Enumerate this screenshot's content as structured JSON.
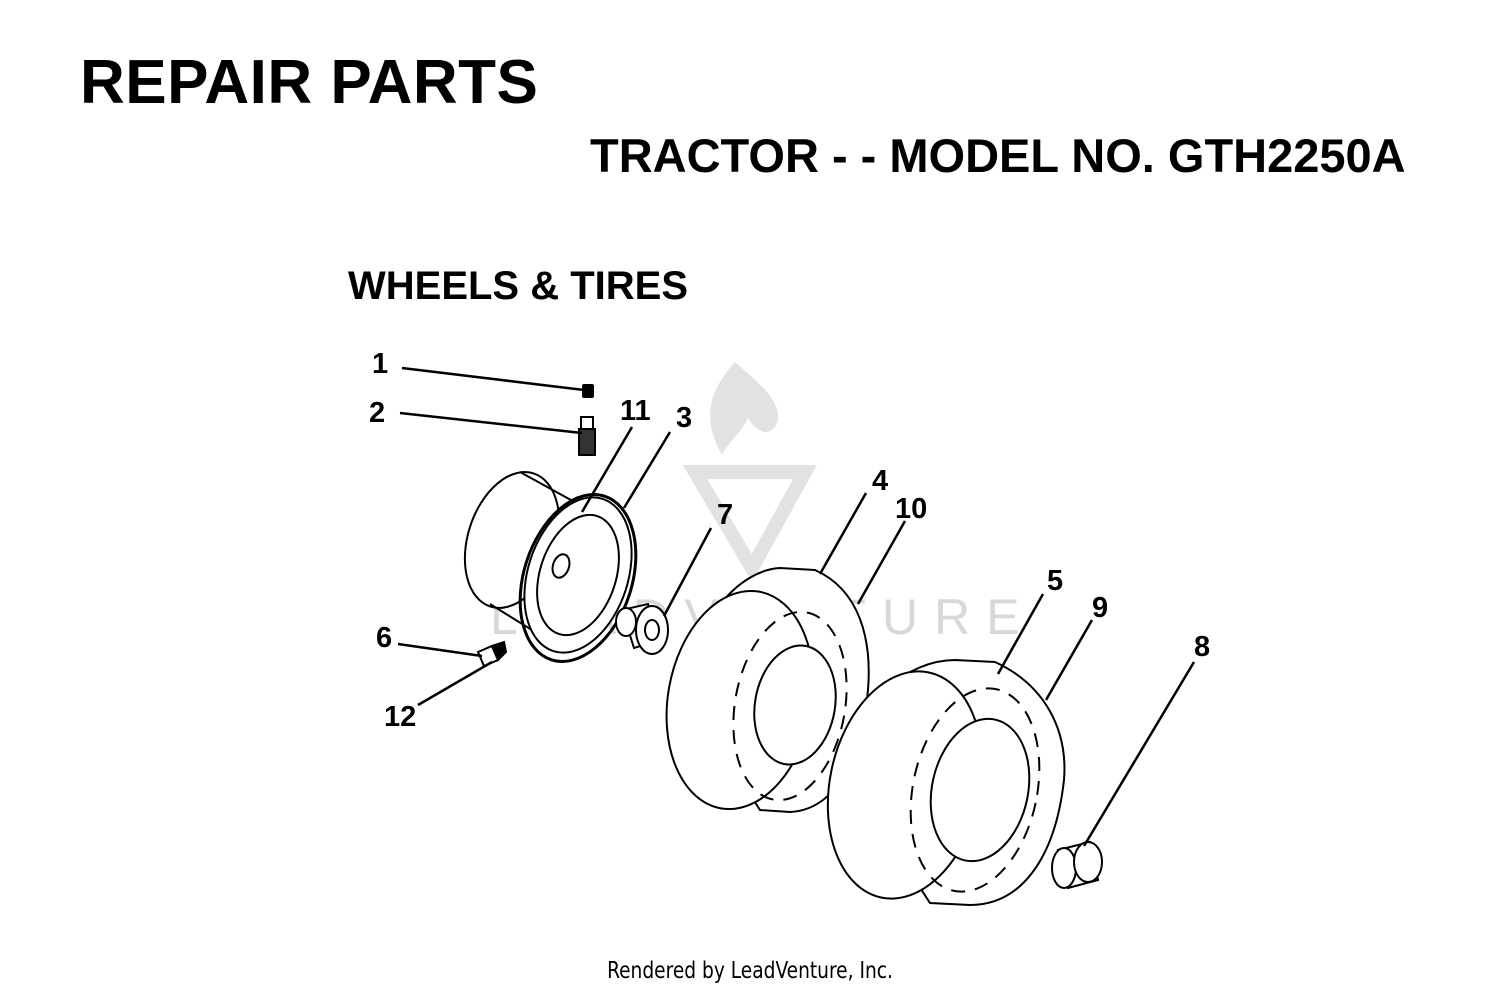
{
  "header": {
    "title": "REPAIR PARTS",
    "subtitle": "TRACTOR - - MODEL NO. GTH2250A",
    "section": "WHEELS & TIRES"
  },
  "watermark": {
    "text": "LEADVENTURE",
    "icon": "leadventure-flame-logo"
  },
  "callouts": {
    "c1": "1",
    "c2": "2",
    "c3": "3",
    "c4": "4",
    "c5": "5",
    "c6": "6",
    "c7": "7",
    "c8": "8",
    "c9": "9",
    "c10": "10",
    "c11": "11",
    "c12": "12"
  },
  "footer": {
    "text": "Rendered by LeadVenture, Inc."
  },
  "colors": {
    "ink": "#000000",
    "watermark": "#d8d8d8",
    "background": "#ffffff"
  }
}
